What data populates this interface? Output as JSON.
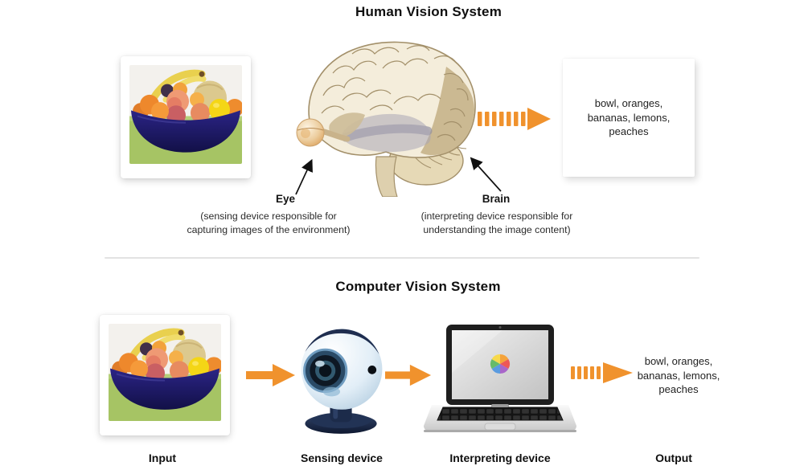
{
  "human_section": {
    "title": "Human Vision System",
    "eye": {
      "label": "Eye",
      "description": "(sensing device responsible for\ncapturing images of the environment)"
    },
    "brain": {
      "label": "Brain",
      "description": "(interpreting device responsible for\nunderstanding the image content)"
    },
    "output_box_text": "bowl, oranges,\nbananas, lemons,\npeaches"
  },
  "computer_section": {
    "title": "Computer Vision System",
    "output_text": "bowl, oranges,\nbananas, lemons,\npeaches",
    "stage_labels": {
      "input": "Input",
      "sensing": "Sensing device",
      "interpreting": "Interpreting device",
      "output": "Output"
    }
  },
  "icons": {
    "fruit_photo": "fruit-bowl-polaroid-photo",
    "brain": "anatomical-brain-with-eye",
    "webcam": "webcam",
    "laptop": "laptop-with-color-wheel",
    "dashed_arrow": "dashed-arrow-right",
    "solid_arrow": "solid-block-arrow-right",
    "annotation_arrow": "thin-pointer-arrow"
  },
  "colors": {
    "arrow_orange": "#F0922D",
    "divider_gray": "#E2E2E2",
    "bowl_navy": "#1D1867",
    "text_dark": "#141414"
  }
}
